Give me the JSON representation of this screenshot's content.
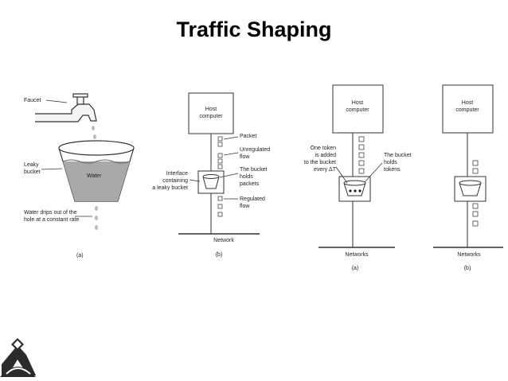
{
  "title": "Traffic Shaping",
  "leaky_bucket_a": {
    "faucet": "Faucet",
    "leaky_bucket": [
      "Leaky",
      "bucket"
    ],
    "water": "Water",
    "drips": [
      "Water drips out of the",
      "hole at a constant rate"
    ],
    "caption": "(a)"
  },
  "leaky_bucket_b": {
    "host": [
      "Host",
      "computer"
    ],
    "packet": "Packet",
    "unregulated_flow": [
      "Unregulated",
      "flow"
    ],
    "bucket_holds_packets": [
      "The bucket",
      "holds",
      "packets"
    ],
    "interface": [
      "Interface",
      "containing",
      "a leaky bucket"
    ],
    "regulated_flow": [
      "Regulated",
      "flow"
    ],
    "network": "Network",
    "caption": "(b)"
  },
  "token_bucket_a": {
    "host": [
      "Host",
      "computer"
    ],
    "token_added": [
      "One token",
      "is added",
      "to the bucket",
      "every ΔT"
    ],
    "bucket_holds_tokens": [
      "The bucket",
      "holds",
      "tokens"
    ],
    "networks": "Networks",
    "caption": "(a)"
  },
  "token_bucket_b": {
    "host": [
      "Host",
      "computer"
    ],
    "networks": "Networks",
    "caption": "(b)"
  },
  "colors": {
    "water": "#a9a9a9",
    "line": "#333333",
    "logo": "#2b2b2b"
  },
  "icons": [
    "faucet-icon",
    "bucket-icon",
    "water-drop-icon",
    "logo-icon"
  ]
}
